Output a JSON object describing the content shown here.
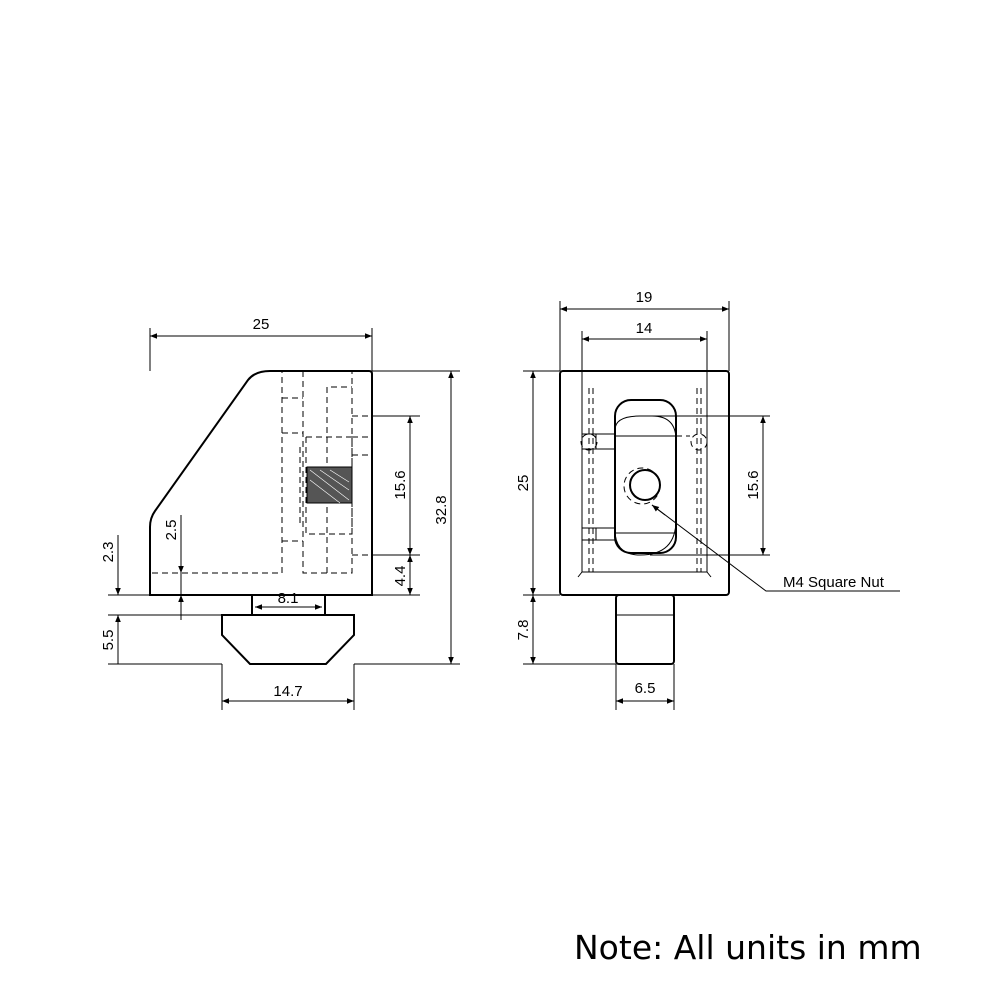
{
  "side_view": {
    "dims": {
      "width": "25",
      "height_total": "32.8",
      "hole_spacing": "15.6",
      "hole_bottom": "4.4",
      "neck_height": "2.3",
      "foot_height": "5.5",
      "base_thickness": "2.5",
      "neck_width": "8.1",
      "foot_width": "14.7"
    }
  },
  "front_view": {
    "dims": {
      "outer_width": "19",
      "inner_width": "14",
      "height": "25",
      "hole_spacing": "15.6",
      "stem_height": "7.8",
      "stem_width": "6.5"
    },
    "callout": "M4 Square Nut"
  },
  "note": "Note: All units in mm",
  "line_color": "#000000"
}
